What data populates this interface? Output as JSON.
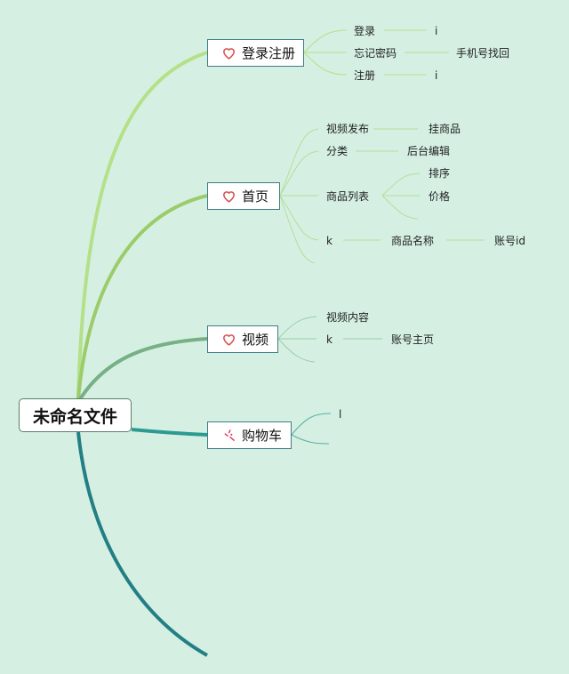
{
  "root": {
    "label": "未命名文件"
  },
  "topics": [
    {
      "label": "登录注册",
      "icon": "heart-icon"
    },
    {
      "label": "首页",
      "icon": "heart-icon"
    },
    {
      "label": "视频",
      "icon": "heart-icon"
    },
    {
      "label": "购物车",
      "icon": "sparkle-icon"
    }
  ],
  "leaves": {
    "login": "登录",
    "login_child": "i",
    "forgot": "忘记密码",
    "forgot_child": "手机号找回",
    "register": "注册",
    "register_child": "i",
    "video_publish": "视频发布",
    "video_publish_child": "挂商品",
    "category": "分类",
    "category_child": "后台编辑",
    "product_list": "商品列表",
    "product_list_sort": "排序",
    "product_list_price": "价格",
    "home_k": "k",
    "product_name": "商品名称",
    "account_id": "账号id",
    "video_content": "视频内容",
    "video_k": "k",
    "account_home": "账号主页",
    "cart_l": "l"
  },
  "colors": {
    "background": "#d5f0e2",
    "branch_login": "#b5e08a",
    "branch_home": "#9ccc6a",
    "branch_video": "#77b085",
    "branch_cart": "#2d9a92",
    "branch_empty": "#237f85",
    "heart": "#d9534f",
    "sparkle": "#e03561"
  }
}
